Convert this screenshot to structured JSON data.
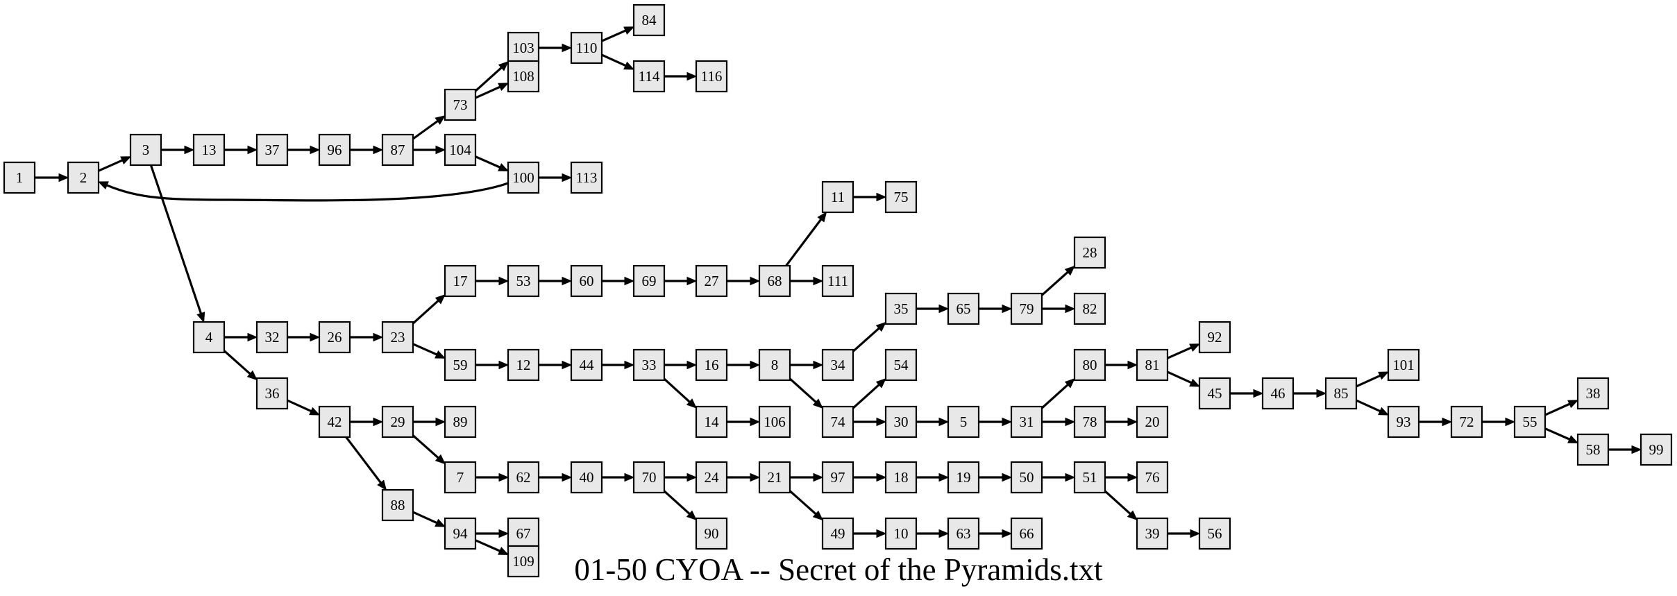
{
  "title": "01-50 CYOA -- Secret of the Pyramids.txt",
  "style": {
    "node_fill": "#e8e8e8",
    "node_stroke": "#000000",
    "edge_color": "#000000",
    "background": "#ffffff"
  },
  "nodes": [
    "1",
    "2",
    "3",
    "13",
    "37",
    "96",
    "87",
    "73",
    "104",
    "100",
    "113",
    "103",
    "108",
    "110",
    "84",
    "114",
    "116",
    "4",
    "32",
    "36",
    "26",
    "23",
    "17",
    "59",
    "53",
    "60",
    "69",
    "27",
    "68",
    "11",
    "75",
    "111",
    "12",
    "44",
    "33",
    "16",
    "14",
    "106",
    "8",
    "34",
    "74",
    "35",
    "65",
    "79",
    "28",
    "82",
    "54",
    "30",
    "5",
    "31",
    "80",
    "78",
    "20",
    "81",
    "92",
    "45",
    "46",
    "85",
    "101",
    "93",
    "72",
    "55",
    "38",
    "58",
    "99",
    "42",
    "29",
    "88",
    "89",
    "7",
    "62",
    "40",
    "70",
    "24",
    "90",
    "21",
    "97",
    "49",
    "18",
    "19",
    "50",
    "51",
    "76",
    "39",
    "56",
    "10",
    "63",
    "66",
    "94",
    "67",
    "109"
  ],
  "edges": [
    [
      "1",
      "2"
    ],
    [
      "2",
      "3"
    ],
    [
      "3",
      "13"
    ],
    [
      "3",
      "4"
    ],
    [
      "13",
      "37"
    ],
    [
      "37",
      "96"
    ],
    [
      "96",
      "87"
    ],
    [
      "87",
      "73"
    ],
    [
      "87",
      "104"
    ],
    [
      "73",
      "103"
    ],
    [
      "73",
      "108"
    ],
    [
      "103",
      "110"
    ],
    [
      "110",
      "84"
    ],
    [
      "110",
      "114"
    ],
    [
      "114",
      "116"
    ],
    [
      "104",
      "100"
    ],
    [
      "100",
      "113"
    ],
    [
      "100",
      "2"
    ],
    [
      "4",
      "32"
    ],
    [
      "4",
      "36"
    ],
    [
      "32",
      "26"
    ],
    [
      "26",
      "23"
    ],
    [
      "23",
      "17"
    ],
    [
      "23",
      "59"
    ],
    [
      "17",
      "53"
    ],
    [
      "53",
      "60"
    ],
    [
      "60",
      "69"
    ],
    [
      "69",
      "27"
    ],
    [
      "27",
      "68"
    ],
    [
      "68",
      "11"
    ],
    [
      "68",
      "111"
    ],
    [
      "11",
      "75"
    ],
    [
      "59",
      "12"
    ],
    [
      "12",
      "44"
    ],
    [
      "44",
      "33"
    ],
    [
      "33",
      "16"
    ],
    [
      "33",
      "14"
    ],
    [
      "14",
      "106"
    ],
    [
      "16",
      "8"
    ],
    [
      "8",
      "34"
    ],
    [
      "8",
      "74"
    ],
    [
      "34",
      "35"
    ],
    [
      "35",
      "65"
    ],
    [
      "65",
      "79"
    ],
    [
      "79",
      "28"
    ],
    [
      "79",
      "82"
    ],
    [
      "74",
      "54"
    ],
    [
      "74",
      "30"
    ],
    [
      "30",
      "5"
    ],
    [
      "5",
      "31"
    ],
    [
      "31",
      "80"
    ],
    [
      "31",
      "78"
    ],
    [
      "78",
      "20"
    ],
    [
      "80",
      "81"
    ],
    [
      "81",
      "92"
    ],
    [
      "81",
      "45"
    ],
    [
      "45",
      "46"
    ],
    [
      "46",
      "85"
    ],
    [
      "85",
      "101"
    ],
    [
      "85",
      "93"
    ],
    [
      "93",
      "72"
    ],
    [
      "72",
      "55"
    ],
    [
      "55",
      "38"
    ],
    [
      "55",
      "58"
    ],
    [
      "58",
      "99"
    ],
    [
      "36",
      "42"
    ],
    [
      "42",
      "29"
    ],
    [
      "42",
      "88"
    ],
    [
      "29",
      "89"
    ],
    [
      "29",
      "7"
    ],
    [
      "7",
      "62"
    ],
    [
      "62",
      "40"
    ],
    [
      "40",
      "70"
    ],
    [
      "70",
      "24"
    ],
    [
      "70",
      "90"
    ],
    [
      "24",
      "21"
    ],
    [
      "21",
      "97"
    ],
    [
      "21",
      "49"
    ],
    [
      "97",
      "18"
    ],
    [
      "18",
      "19"
    ],
    [
      "19",
      "50"
    ],
    [
      "50",
      "51"
    ],
    [
      "51",
      "76"
    ],
    [
      "51",
      "39"
    ],
    [
      "39",
      "56"
    ],
    [
      "49",
      "10"
    ],
    [
      "10",
      "63"
    ],
    [
      "63",
      "66"
    ],
    [
      "88",
      "94"
    ],
    [
      "94",
      "67"
    ],
    [
      "94",
      "109"
    ]
  ]
}
